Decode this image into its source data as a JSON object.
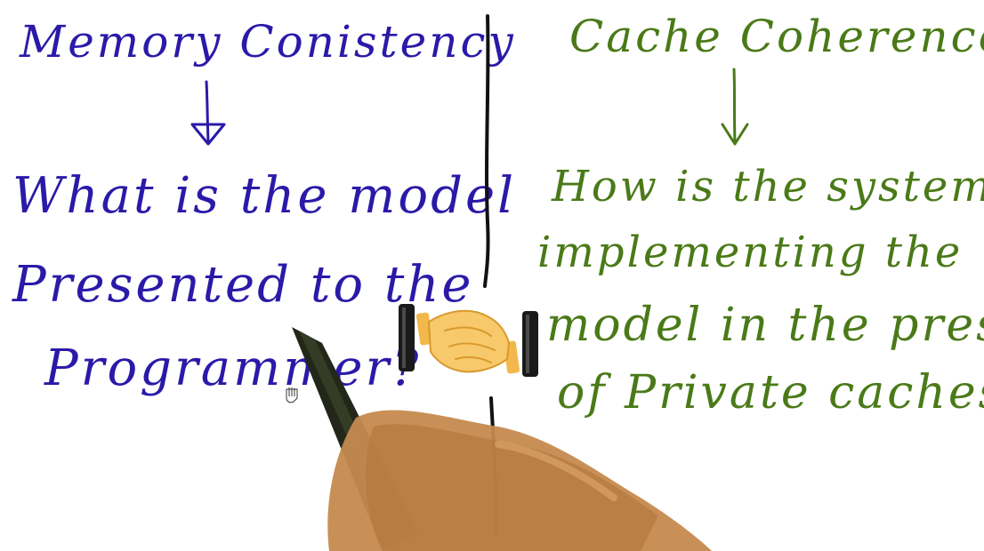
{
  "memory_consistency": {
    "title": "Memory Conistency",
    "question_line1": "What is the model",
    "question_line2": "Presented to the",
    "question_line3": "Programmer?"
  },
  "cache_coherence": {
    "title": "Cache Coherence",
    "question_line1": "How is the system",
    "question_line2": "implementing the",
    "question_line3": "model in the presence",
    "question_line4": "of Private caches?"
  },
  "colors": {
    "memory_ink": "#2b1aa8",
    "coherence_ink": "#4a7a18",
    "divider_ink": "#111111"
  },
  "icons": {
    "center": "handshake-icon",
    "hand": "hand-with-pen-icon",
    "cursor": "hand-cursor-icon"
  }
}
